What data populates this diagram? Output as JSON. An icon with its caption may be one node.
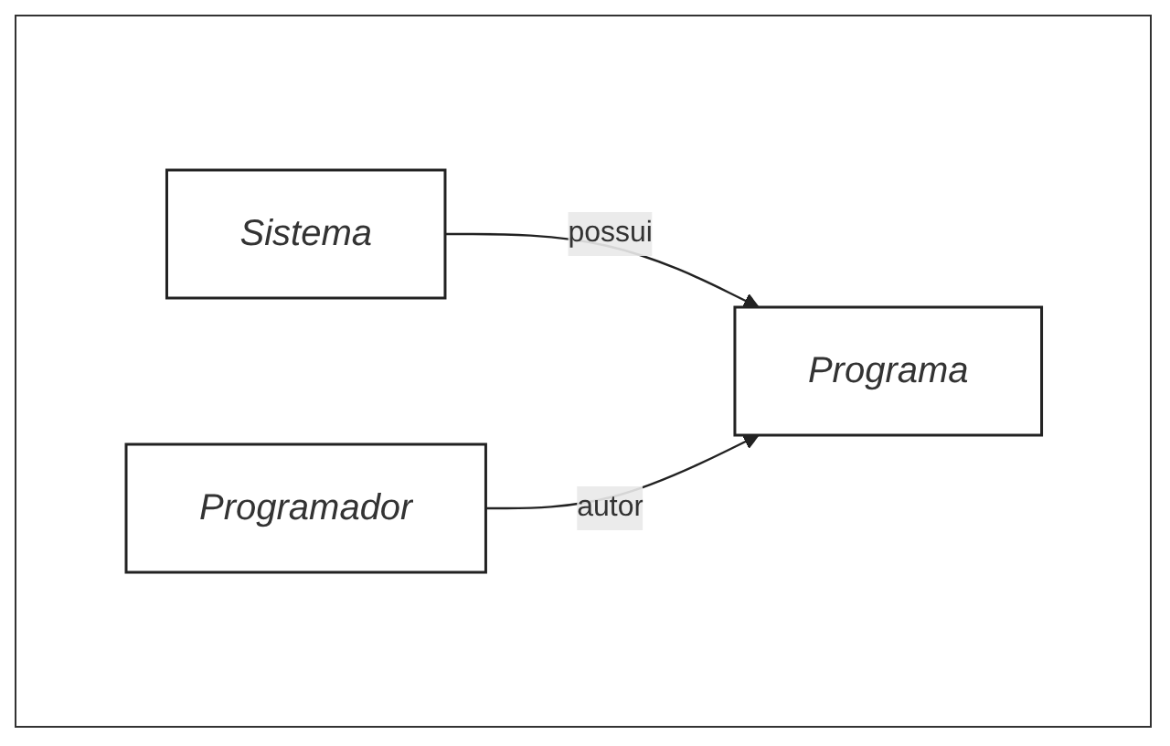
{
  "diagram": {
    "nodes": [
      {
        "text": [
          "Sistema"
        ]
      },
      {
        "text": [
          "Programa"
        ]
      },
      {
        "text": [
          "Programador"
        ]
      }
    ],
    "edges": [
      {
        "from": 0,
        "to": 1,
        "arrow": "to",
        "label": "possui"
      },
      {
        "from": 2,
        "to": 1,
        "arrow": "to",
        "label": "autor"
      }
    ]
  }
}
